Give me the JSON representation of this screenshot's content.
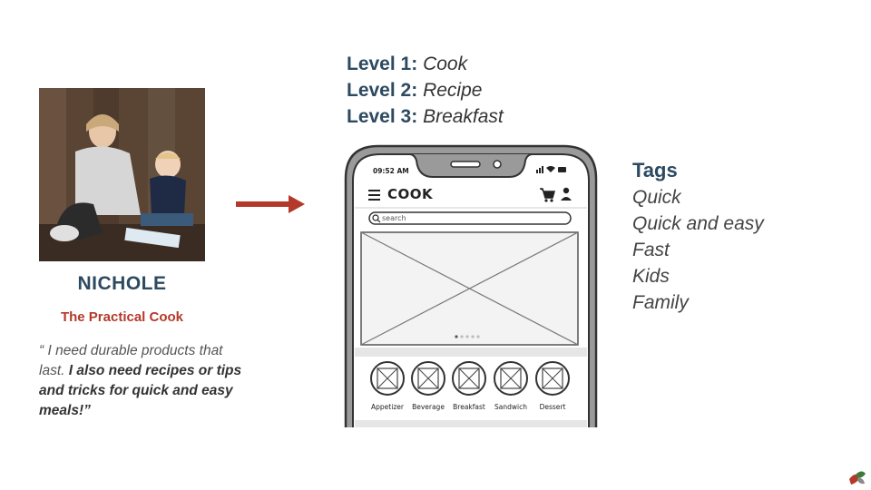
{
  "persona": {
    "name": "NICHOLE",
    "role": "The Practical Cook",
    "quote_part1": "“ I need durable products that last.",
    "quote_part2": "I also need recipes or tips and tricks for quick and easy meals!”"
  },
  "levels": [
    {
      "label": "Level 1:",
      "value": "Cook"
    },
    {
      "label": "Level 2:",
      "value": "Recipe"
    },
    {
      "label": "Level 3:",
      "value": "Breakfast"
    }
  ],
  "tags": {
    "title": "Tags",
    "items": [
      "Quick",
      "Quick and easy",
      "Fast",
      "Kids",
      "Family"
    ]
  },
  "phone": {
    "time": "09:52 AM",
    "app_title": "COOK",
    "search_placeholder": "search",
    "categories": [
      "Appetizer",
      "Beverage",
      "Breakfast",
      "Sandwich",
      "Dessert"
    ]
  },
  "colors": {
    "heading": "#2d4a60",
    "accent": "#b33a2a",
    "arrow": "#b33a2a"
  },
  "icons": [
    "arrow-right-icon",
    "hamburger-menu-icon",
    "cart-icon",
    "user-icon",
    "search-icon",
    "image-placeholder-icon",
    "category-icon",
    "logo-icon"
  ]
}
